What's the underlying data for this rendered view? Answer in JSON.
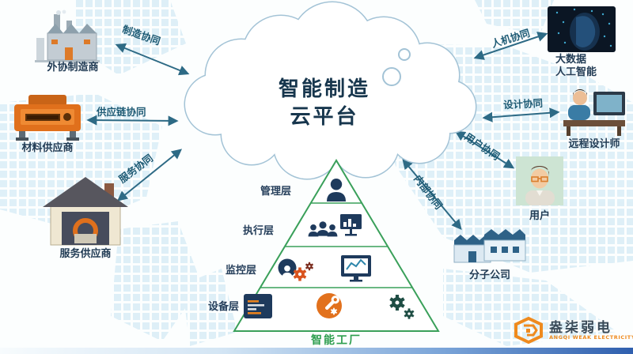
{
  "cloud": {
    "line1": "智能制造",
    "line2": "云平台"
  },
  "connections": {
    "manufacturing": "制造协同",
    "supply_chain": "供应链协同",
    "service": "服务协同",
    "human_machine": "人机协同",
    "design": "设计协同",
    "user": "用户协同",
    "internal": "内部协同"
  },
  "entities": {
    "outsourced_manufacturer": "外协制造商",
    "material_supplier": "材料供应商",
    "service_provider": "服务供应商",
    "big_data_line1": "大数据",
    "big_data_line2": "人工智能",
    "remote_designer": "远程设计师",
    "end_user": "用户",
    "subsidiary": "分子公司"
  },
  "pyramid": {
    "layer1": "管理层",
    "layer2": "执行层",
    "layer3": "监控层",
    "layer4": "设备层",
    "caption": "智能工厂"
  },
  "logo": {
    "name": "盎柒弱电",
    "subtitle": "ANGQI WEAK ELECTRICITY"
  },
  "colors": {
    "arrow": "#2d6a85",
    "pyramid_green": "#3aa05a",
    "navy": "#17364d",
    "orange": "#e2711d",
    "map_pixel": "#cfe8f4"
  }
}
